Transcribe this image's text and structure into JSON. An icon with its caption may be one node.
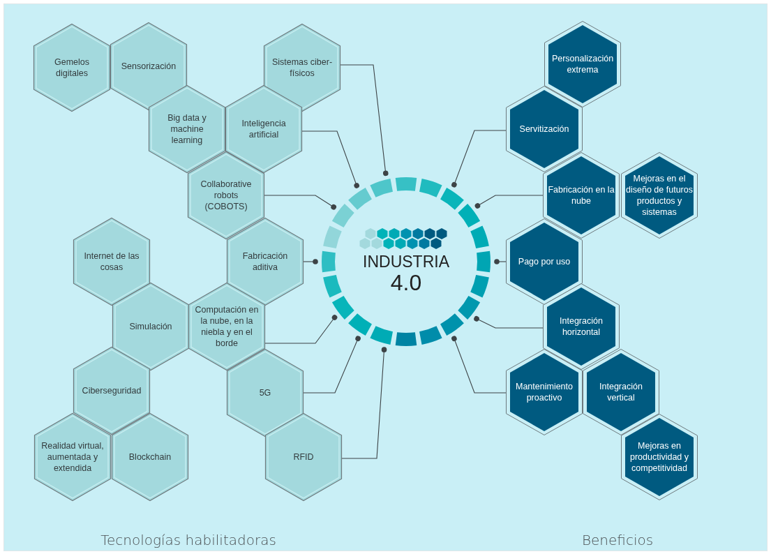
{
  "diagram": {
    "nodes": [
      {
        "text": [
          "Gemelos digitales"
        ]
      },
      {
        "text": [
          "Sensorización"
        ]
      },
      {
        "text": [
          "Sistemas ciber-físicos"
        ]
      },
      {
        "text": [
          "Big data y machine learning"
        ]
      },
      {
        "text": [
          "Inteligencia artificial"
        ]
      },
      {
        "text": [
          "Collaborative robots (COBOTS)"
        ]
      },
      {
        "text": [
          "Internet de las cosas"
        ]
      },
      {
        "text": [
          "Fabricación aditiva"
        ]
      },
      {
        "text": [
          "Simulación"
        ]
      },
      {
        "text": [
          "Computación en la nube, en la niebla y en el borde"
        ]
      },
      {
        "text": [
          "Ciberseguridad"
        ]
      },
      {
        "text": [
          "5G"
        ]
      },
      {
        "text": [
          "Realidad virtual, aumentada y extendida"
        ]
      },
      {
        "text": [
          "Blockchain"
        ]
      },
      {
        "text": [
          "RFID"
        ]
      },
      {
        "text": [
          "INDUSTRIA",
          "4.0"
        ]
      },
      {
        "text": [
          "Personalización extrema"
        ]
      },
      {
        "text": [
          "Servitización"
        ]
      },
      {
        "text": [
          "Fabricación en la nube"
        ]
      },
      {
        "text": [
          "Mejoras en el diseño de futuros productos y sistemas"
        ]
      },
      {
        "text": [
          "Pago por uso"
        ]
      },
      {
        "text": [
          "Integración horizontal"
        ]
      },
      {
        "text": [
          "Mantenimiento proactivo"
        ]
      },
      {
        "text": [
          "Integración vertical"
        ]
      },
      {
        "text": [
          "Mejoras en productividad y competitividad"
        ]
      }
    ],
    "edges": [
      {
        "from": 2,
        "to": 15,
        "arrow": "other"
      },
      {
        "from": 4,
        "to": 15,
        "arrow": "other"
      },
      {
        "from": 5,
        "to": 15,
        "arrow": "other"
      },
      {
        "from": 7,
        "to": 15,
        "arrow": "other"
      },
      {
        "from": 9,
        "to": 15,
        "arrow": "other"
      },
      {
        "from": 11,
        "to": 15,
        "arrow": "other"
      },
      {
        "from": 14,
        "to": 15,
        "arrow": "other"
      },
      {
        "from": 17,
        "to": 15,
        "arrow": "other"
      },
      {
        "from": 18,
        "to": 15,
        "arrow": "other"
      },
      {
        "from": 20,
        "to": 15,
        "arrow": "other"
      },
      {
        "from": 21,
        "to": 15,
        "arrow": "other"
      },
      {
        "from": 22,
        "to": 15,
        "arrow": "other"
      }
    ],
    "labels": [
      "Tecnologías habilitadoras",
      "Beneficios"
    ]
  }
}
